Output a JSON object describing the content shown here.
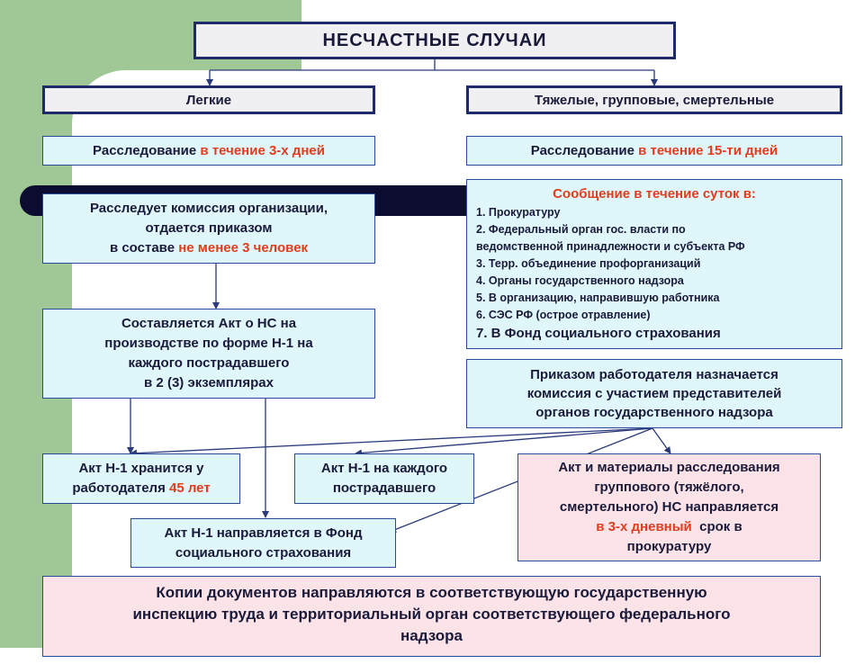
{
  "title": "НЕСЧАСТНЫЕ   СЛУЧАИ",
  "light": {
    "label": "Легкие",
    "investigation": {
      "prefix": "Расследование ",
      "highlight": "в течение 3-х дней"
    },
    "commission": {
      "line1": "Расследует комиссия организации,",
      "line2": "отдается приказом",
      "line3_prefix": "в составе ",
      "line3_highlight": "не менее 3 человек"
    },
    "act": {
      "line1": "Составляется Акт о НС на",
      "line2": "производстве по форме Н-1 на",
      "line3": "каждого пострадавшего",
      "line4": "в 2 (3) экземплярах"
    }
  },
  "severe": {
    "label": "Тяжелые, групповые, смертельные",
    "investigation": {
      "prefix": "Расследование ",
      "highlight": "в течение 15-ти дней"
    },
    "notification": {
      "heading": "Сообщение в течение суток в:",
      "items": [
        "1. Прокуратуру",
        "2. Федеральный орган гос.  власти по",
        "ведомственной принадлежности и субъекта РФ",
        "3. Терр. объединение профорганизаций",
        "4. Органы государственного надзора",
        "5. В организацию, направившую работника",
        "6. СЭС РФ (острое отравление)"
      ],
      "last_item": "7. В Фонд социального страхования"
    },
    "commission": {
      "line1": "Приказом работодателя назначается",
      "line2": "комиссия с участием представителей",
      "line3": "органов государственного надзора"
    }
  },
  "act_storage": {
    "line1": "Акт Н-1 хранится у",
    "line2_prefix": "работодателя ",
    "line2_highlight": "45 лет"
  },
  "act_each": {
    "line1": "Акт Н-1 на каждого",
    "line2": "пострадавшего"
  },
  "act_fund": {
    "line1": "Акт Н-1 направляется в Фонд",
    "line2": "социального страхования"
  },
  "act_materials": {
    "line1": "Акт и материалы расследования",
    "line2": "группового (тяжёлого,",
    "line3": "смертельного) НС направляется",
    "line4_highlight": "в 3-х дневный",
    "line4_suffix": "  срок в",
    "line5": "прокуратуру"
  },
  "copies": {
    "line1": "Копии документов направляются в соответствующую государственную",
    "line2": "инспекцию труда и территориальный орган соответствующего федерального",
    "line3": "надзора"
  },
  "colors": {
    "accent_red": "#e03c1e",
    "border_blue": "#1e2a6a",
    "cyan_fill": "#dff7fa",
    "pink_fill": "#fce3e8",
    "green_bg": "#9fc896"
  }
}
